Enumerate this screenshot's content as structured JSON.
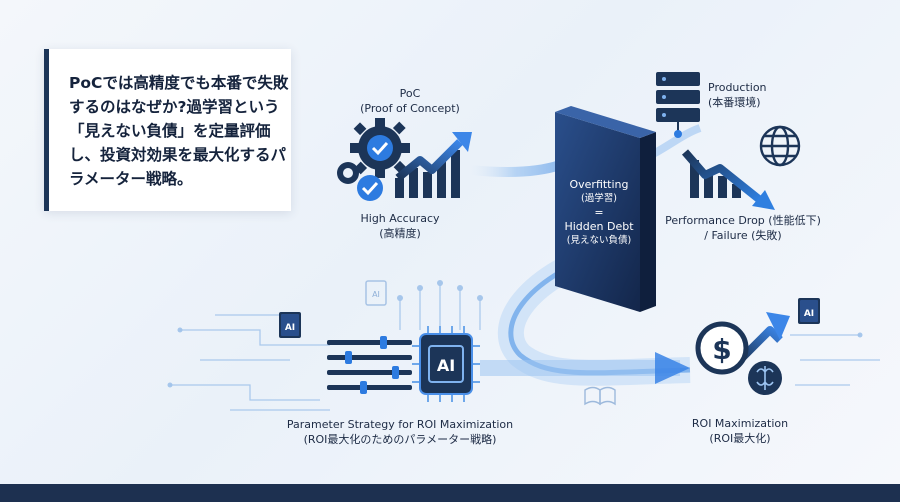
{
  "callout": {
    "text": "PoCでは高精度でも本番で失敗するのはなぜか?過学習という「見えない負債」を定量評価し、投資対効果を最大化するパラメーター戦略。"
  },
  "poc": {
    "title": "PoC",
    "subtitle": "(Proof of Concept)"
  },
  "high_accuracy": {
    "title": "High Accuracy",
    "subtitle": "(高精度)"
  },
  "wall": {
    "line1": "Overfitting",
    "line2": "(過学習)",
    "line3": "=",
    "line4": "Hidden Debt",
    "line5": "(見えない負債)"
  },
  "production": {
    "title": "Production",
    "subtitle": "(本番環境)"
  },
  "performance": {
    "line1": "Performance Drop (性能低下)",
    "line2": "/ Failure (失敗)"
  },
  "parameter": {
    "line1": "Parameter Strategy for ROI Maximization",
    "line2": "(ROI最大化のためのパラメーター戦略)"
  },
  "roi": {
    "title": "ROI Maximization",
    "subtitle": "(ROI最大化)"
  },
  "icons": {
    "chip_label": "AI",
    "book_label": "AI",
    "dollar": "$"
  },
  "colors": {
    "navy": "#1c3558",
    "blue": "#2a6fd6",
    "light_blue": "#7fb2ee",
    "wall": "#1e3a6e"
  }
}
